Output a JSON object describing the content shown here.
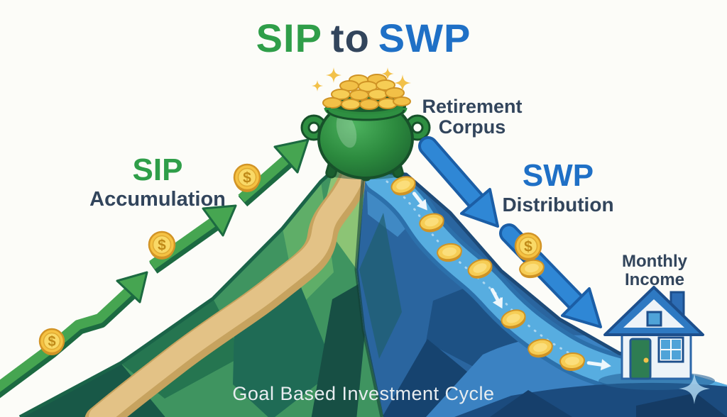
{
  "title": {
    "sip": "SIP",
    "to": "to",
    "swp": "SWP"
  },
  "left_flow": {
    "heading": "SIP",
    "subheading": "Accumulation"
  },
  "right_flow": {
    "heading": "SWP",
    "subheading": "Distribution"
  },
  "peak_label": "Retirement Corpus",
  "house_label": "Monthly Income",
  "footer": "Goal Based Investment Cycle",
  "symbols": {
    "dollar": "$"
  },
  "icons": {
    "pot_of_gold": "green cauldron filled with gold coins at mountain peak",
    "coin": "gold dollar coin",
    "growth_arrow": "green upward trend arrow",
    "distribution_arrow": "blue downward arrow",
    "house": "blue and white house with green door",
    "sparkle": "four point star sparkle",
    "river": "blue stream carrying coins downhill",
    "path": "tan winding trail uphill"
  },
  "colors": {
    "sip_green": "#2f9e49",
    "swp_blue": "#1f70c6",
    "navy_text": "#32455c",
    "gold": "#f5c243",
    "mountain_green": "#3f9460",
    "mountain_blue": "#2a659f",
    "river_blue": "#57ade0",
    "trail_tan": "#e3c286",
    "footer_text": "#e8edf0",
    "background": "#fcfcf8"
  }
}
